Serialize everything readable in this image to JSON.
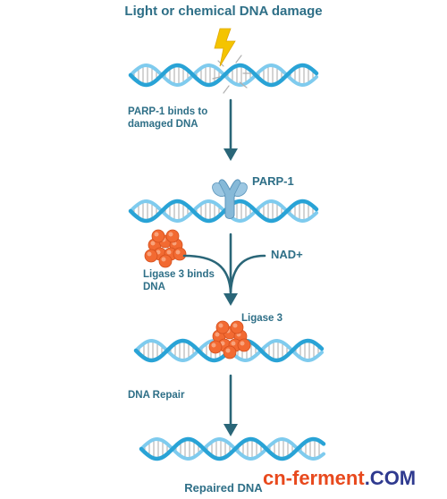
{
  "title": "Light or chemical DNA damage",
  "steps": {
    "parp_binds": "PARP-1 binds to damaged DNA",
    "parp_label": "PARP-1",
    "nad_label": "NAD+",
    "ligase_binds": "Ligase 3 binds DNA",
    "ligase_label": "Ligase 3",
    "dna_repair": "DNA Repair",
    "repaired": "Repaired DNA"
  },
  "watermark": {
    "part1": "cn-ferment",
    "part2": ".COM"
  },
  "colors": {
    "dna_strand": "#29a3d6",
    "dna_strand_light": "#7fcbee",
    "rung": "#a8a8a8",
    "arrow": "#2a6678",
    "label": "#2e6f87",
    "lightning": "#f4c400",
    "parp_protein": "#7fb5d6",
    "ligase": "#f26a32"
  },
  "icons": {
    "damage": "lightning-bolt-icon",
    "parp": "parp-1-protein-icon",
    "ligase": "ligase-3-protein-icon"
  }
}
